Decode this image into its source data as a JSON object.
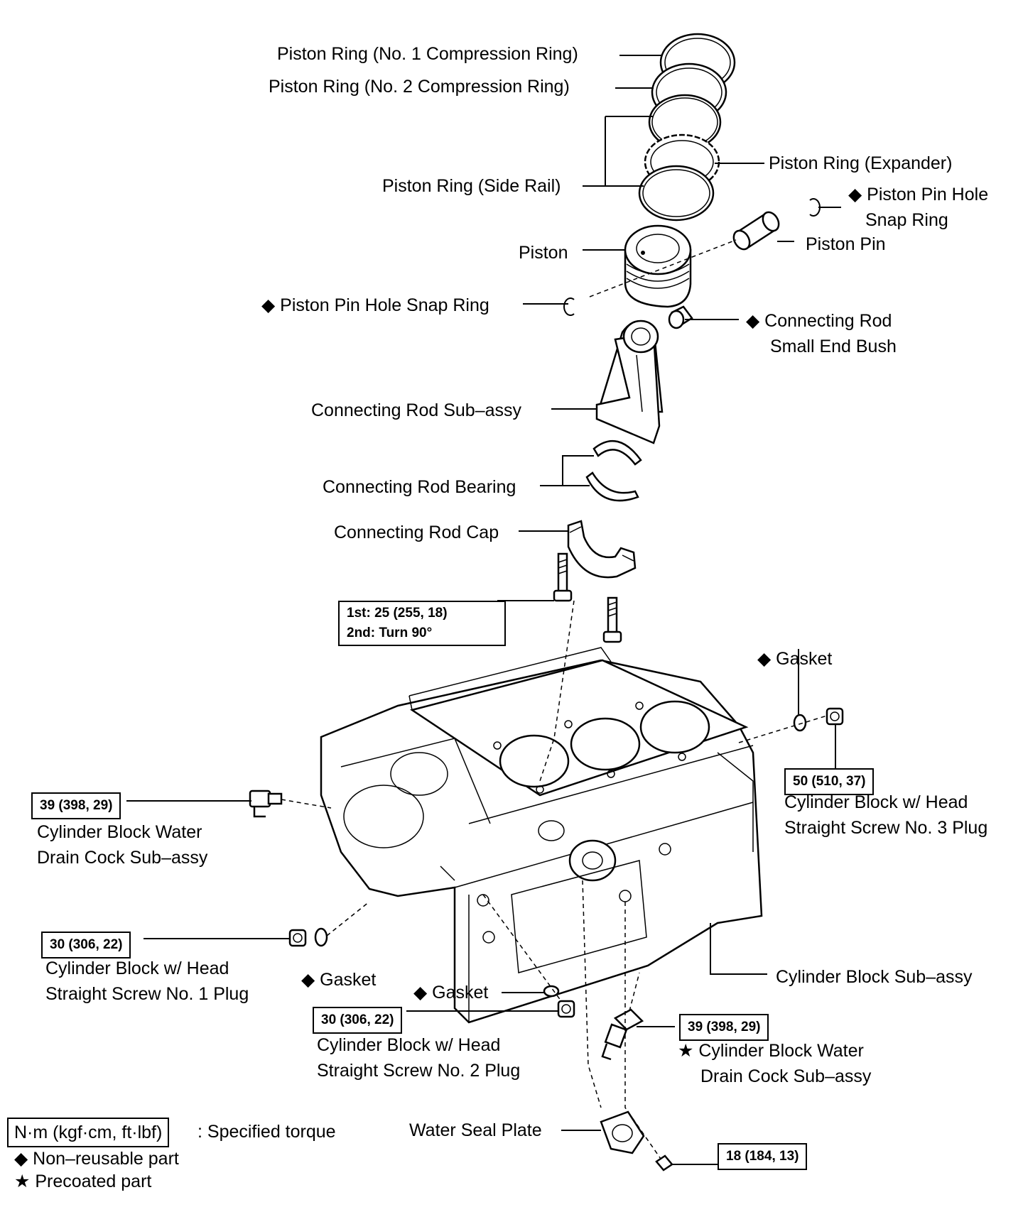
{
  "labels": {
    "ring1": "Piston Ring (No. 1 Compression Ring)",
    "ring2": "Piston Ring (No. 2 Compression Ring)",
    "expander": "Piston Ring (Expander)",
    "side_rail": "Piston Ring (Side Rail)",
    "pin_hole_snap_right_1": "◆ Piston Pin Hole",
    "pin_hole_snap_right_2": "Snap Ring",
    "piston_pin": "Piston Pin",
    "piston": "Piston",
    "pin_hole_snap_left": "◆ Piston Pin Hole Snap Ring",
    "small_end_bush_1": "◆ Connecting Rod",
    "small_end_bush_2": "Small End Bush",
    "rod_subassy": "Connecting Rod Sub–assy",
    "rod_bearing": "Connecting Rod Bearing",
    "rod_cap": "Connecting Rod Cap",
    "gasket_top": "◆ Gasket",
    "plug3_1": "Cylinder Block w/ Head",
    "plug3_2": "Straight Screw No. 3 Plug",
    "drain_left_1": "Cylinder Block Water",
    "drain_left_2": "Drain Cock Sub–assy",
    "plug1_1": "Cylinder Block w/ Head",
    "plug1_2": "Straight Screw No. 1 Plug",
    "gasket_left": "◆ Gasket",
    "gasket_mid": "◆ Gasket",
    "block_subassy": "Cylinder Block Sub–assy",
    "plug2_1": "Cylinder Block w/ Head",
    "plug2_2": "Straight Screw No. 2 Plug",
    "drain_right_1": "★ Cylinder Block Water",
    "drain_right_2": "Drain Cock Sub–assy",
    "water_seal_plate": "Water Seal Plate"
  },
  "torques": {
    "rod_cap_bolt_1": "1st: 25 (255, 18)",
    "rod_cap_bolt_2": "2nd: Turn 90°",
    "plug3": "50 (510, 37)",
    "drain_left": "39 (398, 29)",
    "plug1": "30 (306, 22)",
    "plug2": "30 (306, 22)",
    "drain_right": "39 (398, 29)",
    "water_seal_plate": "18 (184, 13)"
  },
  "legend": {
    "torque_box": "N·m (kgf·cm, ft·lbf)",
    "torque_desc": ": Specified torque",
    "non_reusable": "◆ Non–reusable part",
    "precoated": "★ Precoated part"
  }
}
